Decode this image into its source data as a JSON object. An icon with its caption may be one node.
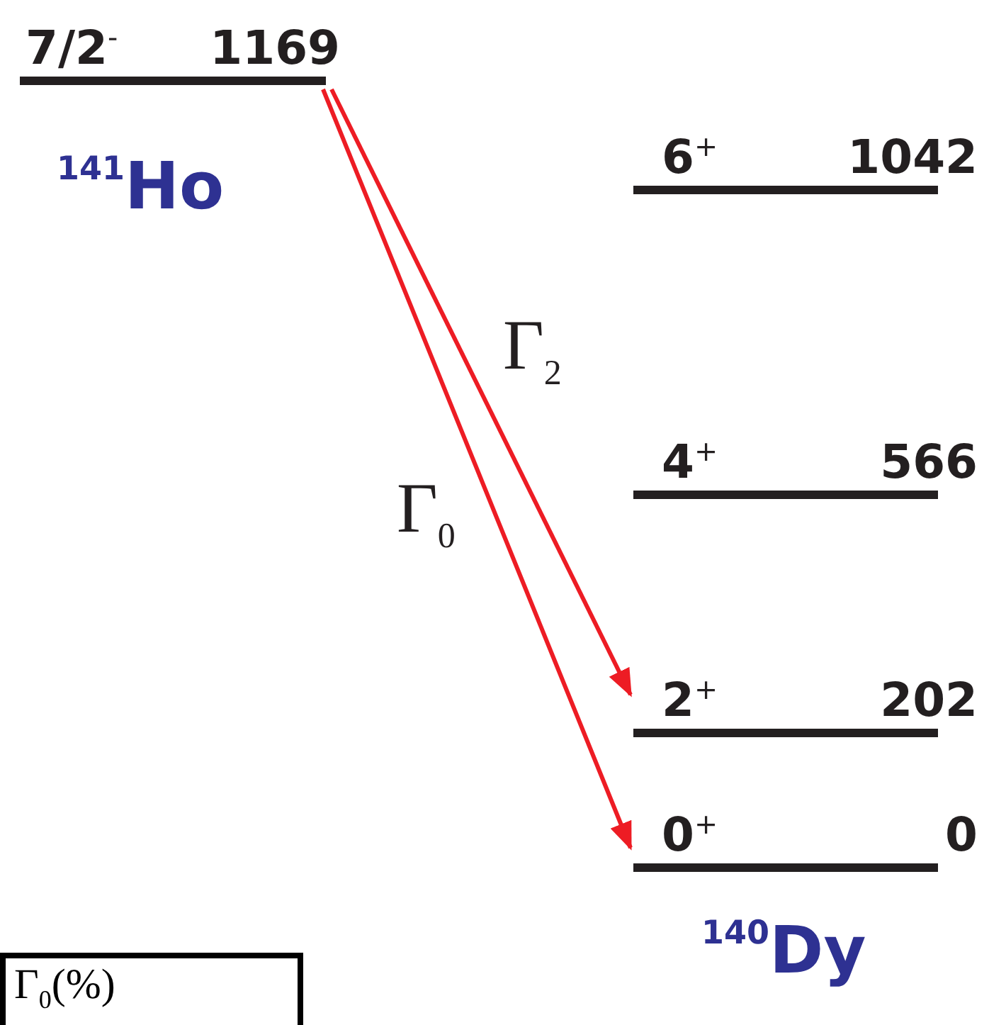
{
  "diagram": {
    "nodes": [
      {
        "text": [
          "7/2$^{-}$",
          "1169"
        ]
      },
      {
        "text": [
          "6$^{+}$",
          "1042"
        ]
      },
      {
        "text": [
          "4$^{+}$",
          "566"
        ]
      },
      {
        "text": [
          "2$^{+}$",
          "202"
        ]
      },
      {
        "text": [
          "0$^{+}$",
          "0"
        ]
      }
    ],
    "edges": [
      {
        "from": 0,
        "to": 3,
        "arrow": "to",
        "label": "Γ$_{2}$"
      },
      {
        "from": 0,
        "to": 4,
        "arrow": "to",
        "label": "Γ$_{0}$"
      }
    ],
    "labels": [
      "$^{141}$Ho",
      "$^{140}$Dy",
      "Γ$_{0}$(%)"
    ]
  }
}
